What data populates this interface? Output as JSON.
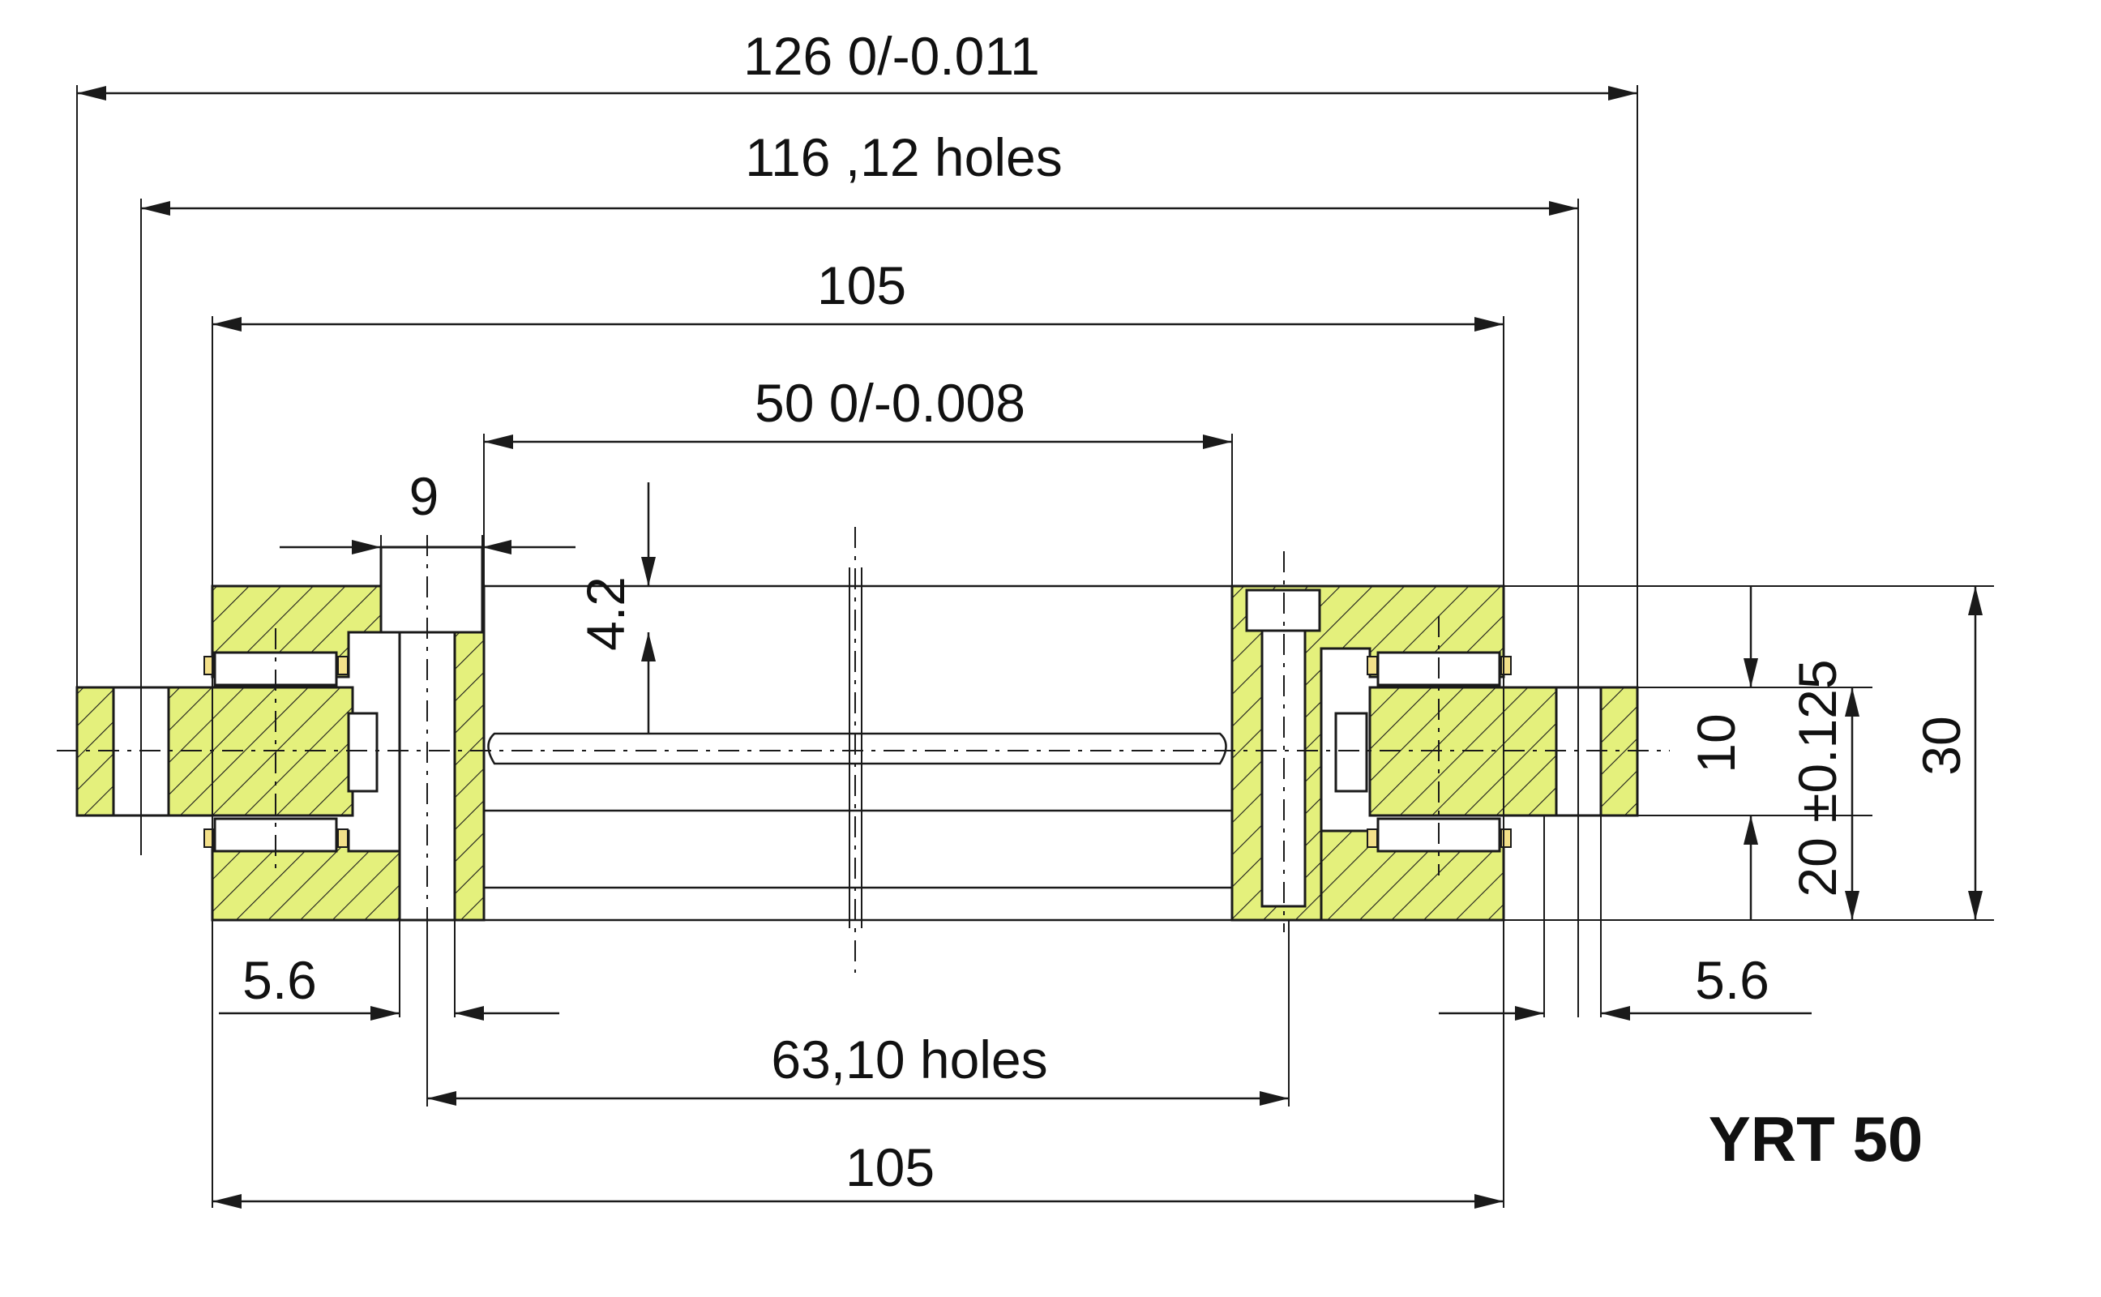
{
  "drawing": {
    "hatch_color": "#e4f07c",
    "line_color": "#1a1a1a",
    "title": "YRT 50",
    "dimensions": {
      "outer_diameter": "126 0/-0.011",
      "outer_holes": "116 ,12 holes",
      "housing_width_top": "105",
      "bore": "50 0/-0.008",
      "counterbore": "9",
      "depth": "4.2",
      "left_hole": "5.6",
      "right_hole": "5.6",
      "inner_holes": "63,10 holes",
      "housing_width_bottom": "105",
      "ring_height": "10",
      "height_tol": "20 ±0.125",
      "total_height": "30"
    }
  }
}
